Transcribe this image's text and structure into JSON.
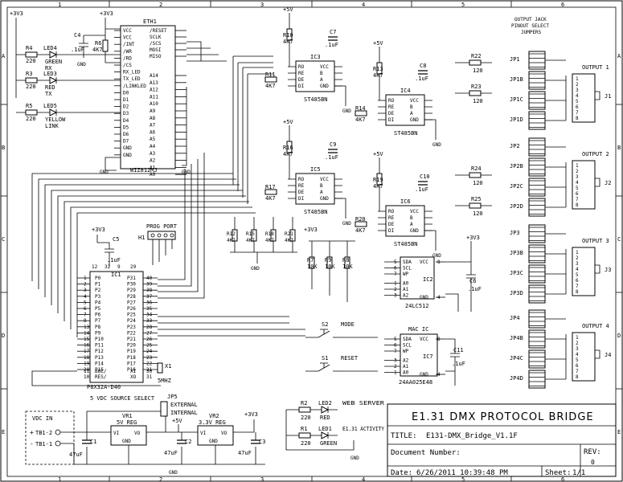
{
  "grid": {
    "columns": [
      "1",
      "2",
      "3",
      "4",
      "5",
      "6"
    ],
    "rows": [
      "A",
      "B",
      "C",
      "D",
      "E"
    ]
  },
  "power_labels": {
    "v33_a": "+3V3",
    "v33_b": "+3V3",
    "v5_a": "+5V",
    "v5_b": "+5V",
    "v5_c": "+5V",
    "v5_d": "+5V",
    "v33_c": "+3V3",
    "v33_d": "+3V3",
    "v33_e": "+3V3",
    "v33_f": "+3V3",
    "v5_e": "+5V"
  },
  "ground_labels": {
    "gnd": "GND"
  },
  "eth1": {
    "ref": "ETH1",
    "part": "WIZ812MJ",
    "left_pins": [
      "VCC",
      "VCC",
      "/INT",
      "/WR",
      "/RD",
      "/CS",
      "RX_LED",
      "TX_LED",
      "/LINKLED",
      "D0",
      "D1",
      "D2",
      "D3",
      "D4",
      "D5",
      "D6",
      "D7",
      "GND",
      "GND"
    ],
    "right_pins": [
      "/RESET",
      "SCLK",
      "/SCS",
      "MOSI",
      "MISO",
      "A14",
      "A13",
      "A12",
      "A11",
      "A10",
      "A9",
      "A8",
      "A7",
      "A6",
      "A5",
      "A4",
      "A3",
      "A2",
      "A1",
      "A0"
    ]
  },
  "leds_left": [
    {
      "ref": "R4",
      "val": "220",
      "led": "LED4",
      "color": "GREEN",
      "func": "RX"
    },
    {
      "ref": "R3",
      "val": "220",
      "led": "LED3",
      "color": "RED",
      "func": "TX"
    },
    {
      "ref": "R5",
      "val": "220",
      "led": "LED5",
      "color": "YELLOW",
      "func": "LINK"
    }
  ],
  "c4": {
    "ref": "C4",
    "val": ".1uF"
  },
  "r6": {
    "ref": "R6",
    "val": "4K7"
  },
  "transceivers": [
    {
      "ref": "IC3",
      "part": "ST485BN",
      "rbias": "R10",
      "rbias_val": "4K7",
      "rin": "R11",
      "rin_val": "4K7",
      "cap": "C7",
      "cap_val": ".1uF"
    },
    {
      "ref": "IC4",
      "part": "ST485BN",
      "rbias": "R13",
      "rbias_val": "4K7",
      "rin": "R14",
      "rin_val": "4K7",
      "cap": "C8",
      "cap_val": ".1uF"
    },
    {
      "ref": "IC5",
      "part": "ST485BN",
      "rbias": "R16",
      "rbias_val": "4K7",
      "rin": "R17",
      "rin_val": "4K7",
      "cap": "C9",
      "cap_val": ".1uF"
    },
    {
      "ref": "IC6",
      "part": "ST485BN",
      "rbias": "R19",
      "rbias_val": "4K7",
      "rin": "R20",
      "rin_val": "4K7",
      "cap": "C10",
      "cap_val": ".1uF"
    }
  ],
  "xcvr_pins_left": [
    "RO",
    "RE",
    "DE",
    "DI"
  ],
  "xcvr_pins_right": [
    "VCC",
    "B",
    "A",
    "GND"
  ],
  "terminations": [
    {
      "ref": "R22",
      "val": "120"
    },
    {
      "ref": "R23",
      "val": "120"
    },
    {
      "ref": "R24",
      "val": "120"
    },
    {
      "ref": "R25",
      "val": "120"
    }
  ],
  "jumper_header": [
    "OUTPUT JACK",
    "PINOUT SELECT",
    "JUMPERS"
  ],
  "jumpers": [
    [
      "JP1",
      "JP1B",
      "JP1C",
      "JP1D"
    ],
    [
      "JP2",
      "JP2B",
      "JP2C",
      "JP2D"
    ],
    [
      "JP3",
      "JP3B",
      "JP3C",
      "JP3D"
    ],
    [
      "JP4",
      "JP4B",
      "JP4C",
      "JP4D"
    ]
  ],
  "outputs": [
    {
      "label": "OUTPUT 1",
      "jack": "J1"
    },
    {
      "label": "OUTPUT 2",
      "jack": "J2"
    },
    {
      "label": "OUTPUT 3",
      "jack": "J3"
    },
    {
      "label": "OUTPUT 4",
      "jack": "J4"
    }
  ],
  "jack_pins": [
    "1",
    "2",
    "3",
    "4",
    "5",
    "6",
    "7",
    "8"
  ],
  "pullups_mid": [
    {
      "ref": "R12",
      "val": "4K7"
    },
    {
      "ref": "R15",
      "val": "4K7"
    },
    {
      "ref": "R18",
      "val": "4K7"
    },
    {
      "ref": "R21",
      "val": "4K7"
    }
  ],
  "prog_port": {
    "label": "PROG PORT",
    "ref": "H1"
  },
  "c5": {
    "ref": "C5",
    "val": ".1uF"
  },
  "ic1": {
    "ref": "IC1",
    "part": "P8X32A-D40",
    "top_pins": [
      "12",
      "32",
      "9",
      "29"
    ],
    "left_pins": [
      "P0",
      "P1",
      "P2",
      "P3",
      "P4",
      "P5",
      "P6",
      "P7",
      "P8",
      "P9",
      "P10",
      "P11",
      "P12",
      "P13",
      "P14",
      "P15"
    ],
    "left_nums": [
      "1",
      "2",
      "3",
      "4",
      "5",
      "6",
      "7",
      "8",
      "13",
      "14",
      "15",
      "16",
      "17",
      "18",
      "19",
      "20"
    ],
    "right_pins": [
      "P31",
      "P30",
      "P29",
      "P28",
      "P27",
      "P26",
      "P25",
      "P24",
      "P23",
      "P22",
      "P21",
      "P20",
      "P19",
      "P18",
      "P17",
      "P16"
    ],
    "right_nums": [
      "40",
      "39",
      "38",
      "37",
      "36",
      "35",
      "34",
      "33",
      "28",
      "27",
      "26",
      "25",
      "24",
      "23",
      "22",
      "21"
    ],
    "bottom_left": [
      "BOE/",
      "RES/"
    ],
    "bottom_right": [
      "XI",
      "XO"
    ],
    "bottom_nums": [
      "11",
      "10",
      "30",
      "31"
    ]
  },
  "x1": {
    "ref": "X1",
    "val": "5MHZ"
  },
  "eeprom_res": [
    {
      "ref": "R7",
      "val": "10K"
    },
    {
      "ref": "R9",
      "val": "10K"
    },
    {
      "ref": "R8",
      "val": "10K"
    }
  ],
  "ic2": {
    "ref": "IC2",
    "part": "24LC512",
    "left_pins": [
      "SDA",
      "SCL",
      "WP",
      "A0",
      "A1",
      "A2"
    ],
    "right_pins": [
      "VCC",
      "GND"
    ],
    "left_nums": [
      "5",
      "6",
      "7",
      "1",
      "2",
      "3"
    ],
    "right_nums": [
      "8",
      "4"
    ]
  },
  "c6": {
    "ref": "C6",
    "val": ".1uF"
  },
  "ic7": {
    "ref": "IC7",
    "part": "24AA025E48",
    "title": "MAC IC",
    "left_pins": [
      "SDA",
      "SCL",
      "WP",
      "A2",
      "A1",
      "A0"
    ],
    "right_pins": [
      "VCC",
      "GND"
    ],
    "left_nums": [
      "5",
      "6",
      "7",
      "3",
      "2",
      "1"
    ],
    "right_nums": [
      "8",
      "4"
    ]
  },
  "c11": {
    "ref": "C11",
    "val": ".1uF"
  },
  "switches": [
    {
      "ref": "S2",
      "label": "MODE"
    },
    {
      "ref": "S1",
      "label": "RESET"
    }
  ],
  "status_leds": [
    {
      "res": "R2",
      "res_val": "220",
      "led": "LED2",
      "color": "RED",
      "func": "WEB SERVER"
    },
    {
      "res": "R1",
      "res_val": "220",
      "led": "LED1",
      "color": "GREEN",
      "func": "E1.31 ACTIVITY"
    }
  ],
  "source_select": {
    "label": "5 VDC SOURCE SELECT",
    "ref": "JP5",
    "opt1": "EXTERNAL",
    "opt2": "INTERNAL"
  },
  "vdc_in": {
    "label": "VDC IN",
    "t_plus": "TB1-2",
    "t_minus": "TB1-1",
    "plus": "+",
    "minus": "-"
  },
  "reg1": {
    "ref": "VR1",
    "part": "5V REG",
    "vi": "VI",
    "vo": "VO",
    "gnd": "GND"
  },
  "reg2": {
    "ref": "VR2",
    "part": "3.3V REG",
    "vi": "VI",
    "vo": "VO",
    "gnd": "GND"
  },
  "caps_bottom": [
    {
      "ref": "C1",
      "val": "47uF"
    },
    {
      "ref": "C2",
      "val": "47uF"
    },
    {
      "ref": "C3",
      "val": "47uF"
    }
  ],
  "title_block": {
    "heading": "E1.31 DMX PROTOCOL BRIDGE",
    "title_label": "TITLE:",
    "title": "E131-DMX_Bridge_V1.1F",
    "docnum_label": "Document Number:",
    "rev_label": "REV:",
    "rev": "0",
    "date_label": "Date:",
    "date": "6/26/2011 10:39:48 PM",
    "sheet_label": "Sheet:",
    "sheet": "1/1"
  }
}
